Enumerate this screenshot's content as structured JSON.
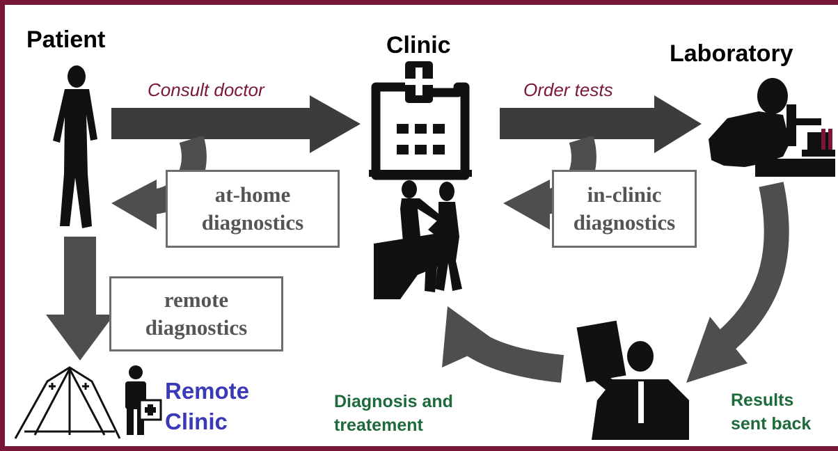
{
  "nodes": {
    "patient": "Patient",
    "clinic": "Clinic",
    "laboratory": "Laboratory",
    "remote_clinic": [
      "Remote",
      "Clinic"
    ]
  },
  "edges": {
    "consult_doctor": "Consult doctor",
    "order_tests": "Order tests",
    "diagnosis_treatment": [
      "Diagnosis and",
      "treatement"
    ],
    "results_sent_back": [
      "Results",
      "sent back"
    ]
  },
  "boxes": {
    "at_home": [
      "at-home",
      "diagnostics"
    ],
    "in_clinic": [
      "in-clinic",
      "diagnostics"
    ],
    "remote": [
      "remote",
      "diagnostics"
    ]
  },
  "colors": {
    "frame": "#7a1638",
    "edge_label": "#7a1638",
    "arrow_dark": "#3c3c3c",
    "arrow_mid": "#555555",
    "box_text": "#555555",
    "green_text": "#1e6a3b",
    "blue_text": "#3a3ab8"
  },
  "icons": [
    "walking-person-icon",
    "hospital-icon",
    "doctor-patient-icon",
    "lab-scientist-microscope-icon",
    "tent-icon",
    "medic-with-kit-icon",
    "doctor-reading-xray-icon"
  ]
}
